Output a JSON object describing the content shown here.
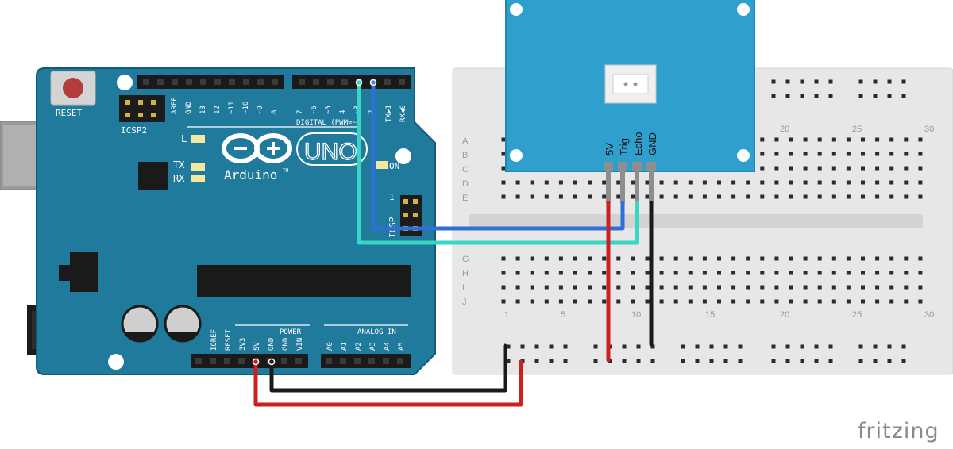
{
  "arduino": {
    "reset_label": "RESET",
    "icsp2_label": "ICSP2",
    "icsp_label": "ICSP",
    "icsp_pin1": "1",
    "l_label": "L",
    "tx_label": "TX",
    "rx_label": "RX",
    "on_label": "ON",
    "brand": "Arduino",
    "tm": "TM",
    "model": "UNO",
    "digital_label": "DIGITAL (PWM=~)",
    "power_label": "POWER",
    "analog_label": "ANALOG IN",
    "top_header_labels": [
      "AREF",
      "GND",
      "13",
      "12",
      "~11",
      "~10",
      "~9",
      "8"
    ],
    "top_header_labels_2": [
      "7",
      "~6",
      "~5",
      "4",
      "~3",
      "2",
      "TX▶1",
      "RX◀0"
    ],
    "power_pin_labels": [
      "IOREF",
      "RESET",
      "3V3",
      "5V",
      "GND",
      "GND",
      "VIN"
    ],
    "analog_pin_labels": [
      "A0",
      "A1",
      "A2",
      "A3",
      "A4",
      "A5"
    ]
  },
  "sensor": {
    "pins": [
      "5V",
      "Trig",
      "Echo",
      "GND"
    ]
  },
  "breadboard": {
    "row_labels_top": [
      "A",
      "B",
      "C",
      "D",
      "E"
    ],
    "row_labels_bottom": [
      "G",
      "H",
      "I",
      "J"
    ],
    "col_numbers_top": [
      "20",
      "25",
      "30"
    ],
    "col_numbers_bottom": [
      "1",
      "5",
      "10",
      "15",
      "20",
      "25",
      "30"
    ]
  },
  "wires": {
    "red": "#cc1f1f",
    "black": "#1a1a1a",
    "blue": "#2f6fd6",
    "cyan": "#38d6c4"
  },
  "colors": {
    "arduino_board": "#1f7a9c",
    "sensor_board": "#2fa0cd",
    "breadboard": "#e9e9e9"
  },
  "watermark": "fritzing"
}
